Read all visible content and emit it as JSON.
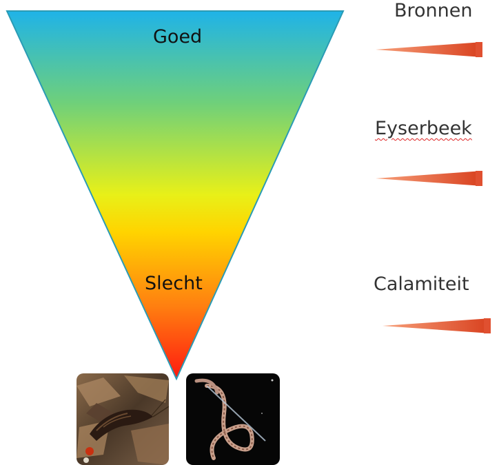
{
  "scale": {
    "top_label": "Goed",
    "bottom_label": "Slecht",
    "gradient": [
      "#1fb3e8",
      "#6fd07a",
      "#e8f018",
      "#ffd400",
      "#ff8010",
      "#ff1a10"
    ],
    "outline": "#2a9bb5"
  },
  "sources": [
    {
      "label": "Bronnen",
      "spellcheck": false
    },
    {
      "label": "Eyserbeek",
      "spellcheck": true
    },
    {
      "label": "Calamiteit",
      "spellcheck": false
    }
  ],
  "arrow_colors": {
    "light": "#f7a07a",
    "dark": "#d8401e",
    "tip": "#e8603a"
  },
  "photos": [
    {
      "name": "freshwater-shrimp-photo",
      "background": "#6b5440"
    },
    {
      "name": "sludge-worm-photo",
      "background": "#060606"
    }
  ]
}
